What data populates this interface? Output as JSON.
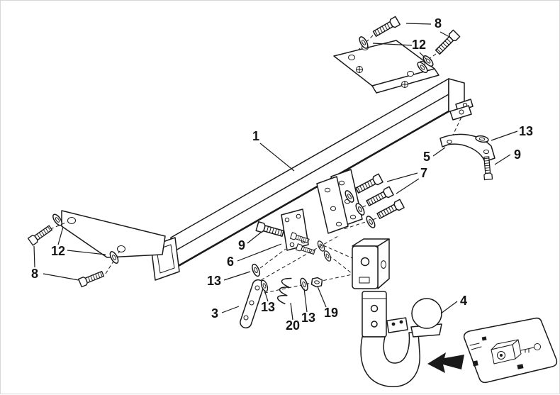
{
  "diagram": {
    "type": "exploded-parts-diagram",
    "colors": {
      "line": "#1a1a1a",
      "background": "#ffffff"
    },
    "callouts": [
      {
        "label": "8",
        "target": "hex-bolt-top-right"
      },
      {
        "label": "12",
        "target": "washer-top-right"
      },
      {
        "label": "1",
        "target": "crossbar-beam"
      },
      {
        "label": "13",
        "target": "washer-right"
      },
      {
        "label": "9",
        "target": "hex-bolt-right"
      },
      {
        "label": "5",
        "target": "support-bracket-right"
      },
      {
        "label": "7",
        "target": "hex-bolts-center"
      },
      {
        "label": "12",
        "target": "washers-left"
      },
      {
        "label": "8",
        "target": "hex-bolts-left"
      },
      {
        "label": "9",
        "target": "hex-bolt-center"
      },
      {
        "label": "6",
        "target": "backing-plate"
      },
      {
        "label": "13",
        "target": "washer-center"
      },
      {
        "label": "3",
        "target": "mounting-plate"
      },
      {
        "label": "13",
        "target": "washer-at-plate"
      },
      {
        "label": "20",
        "target": "coil-spring"
      },
      {
        "label": "13",
        "target": "washer-at-spring"
      },
      {
        "label": "19",
        "target": "nut"
      },
      {
        "label": "4",
        "target": "detachable-towball"
      }
    ]
  }
}
